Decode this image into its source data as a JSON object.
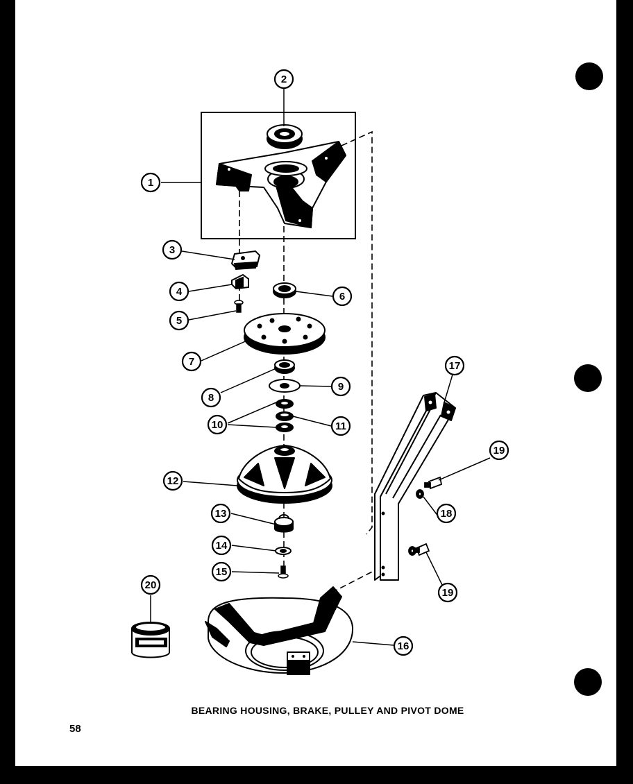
{
  "caption": "BEARING HOUSING, BRAKE, PULLEY AND PIVOT DOME",
  "page_number": "58",
  "part_callouts": [
    {
      "id": "callout-2",
      "label": "2"
    },
    {
      "id": "callout-1",
      "label": "1"
    },
    {
      "id": "callout-3",
      "label": "3"
    },
    {
      "id": "callout-4",
      "label": "4"
    },
    {
      "id": "callout-5",
      "label": "5"
    },
    {
      "id": "callout-6a",
      "label": "6"
    },
    {
      "id": "callout-7",
      "label": "7"
    },
    {
      "id": "callout-8",
      "label": "8"
    },
    {
      "id": "callout-9",
      "label": "9"
    },
    {
      "id": "callout-10",
      "label": "10"
    },
    {
      "id": "callout-11",
      "label": "11"
    },
    {
      "id": "callout-12",
      "label": "12"
    },
    {
      "id": "callout-13",
      "label": "13"
    },
    {
      "id": "callout-14",
      "label": "14"
    },
    {
      "id": "callout-15",
      "label": "15"
    },
    {
      "id": "callout-16",
      "label": "16"
    },
    {
      "id": "callout-17",
      "label": "17"
    },
    {
      "id": "callout-18",
      "label": "18"
    },
    {
      "id": "callout-19a",
      "label": "19"
    },
    {
      "id": "callout-19b",
      "label": "19"
    },
    {
      "id": "callout-20",
      "label": "20"
    }
  ]
}
